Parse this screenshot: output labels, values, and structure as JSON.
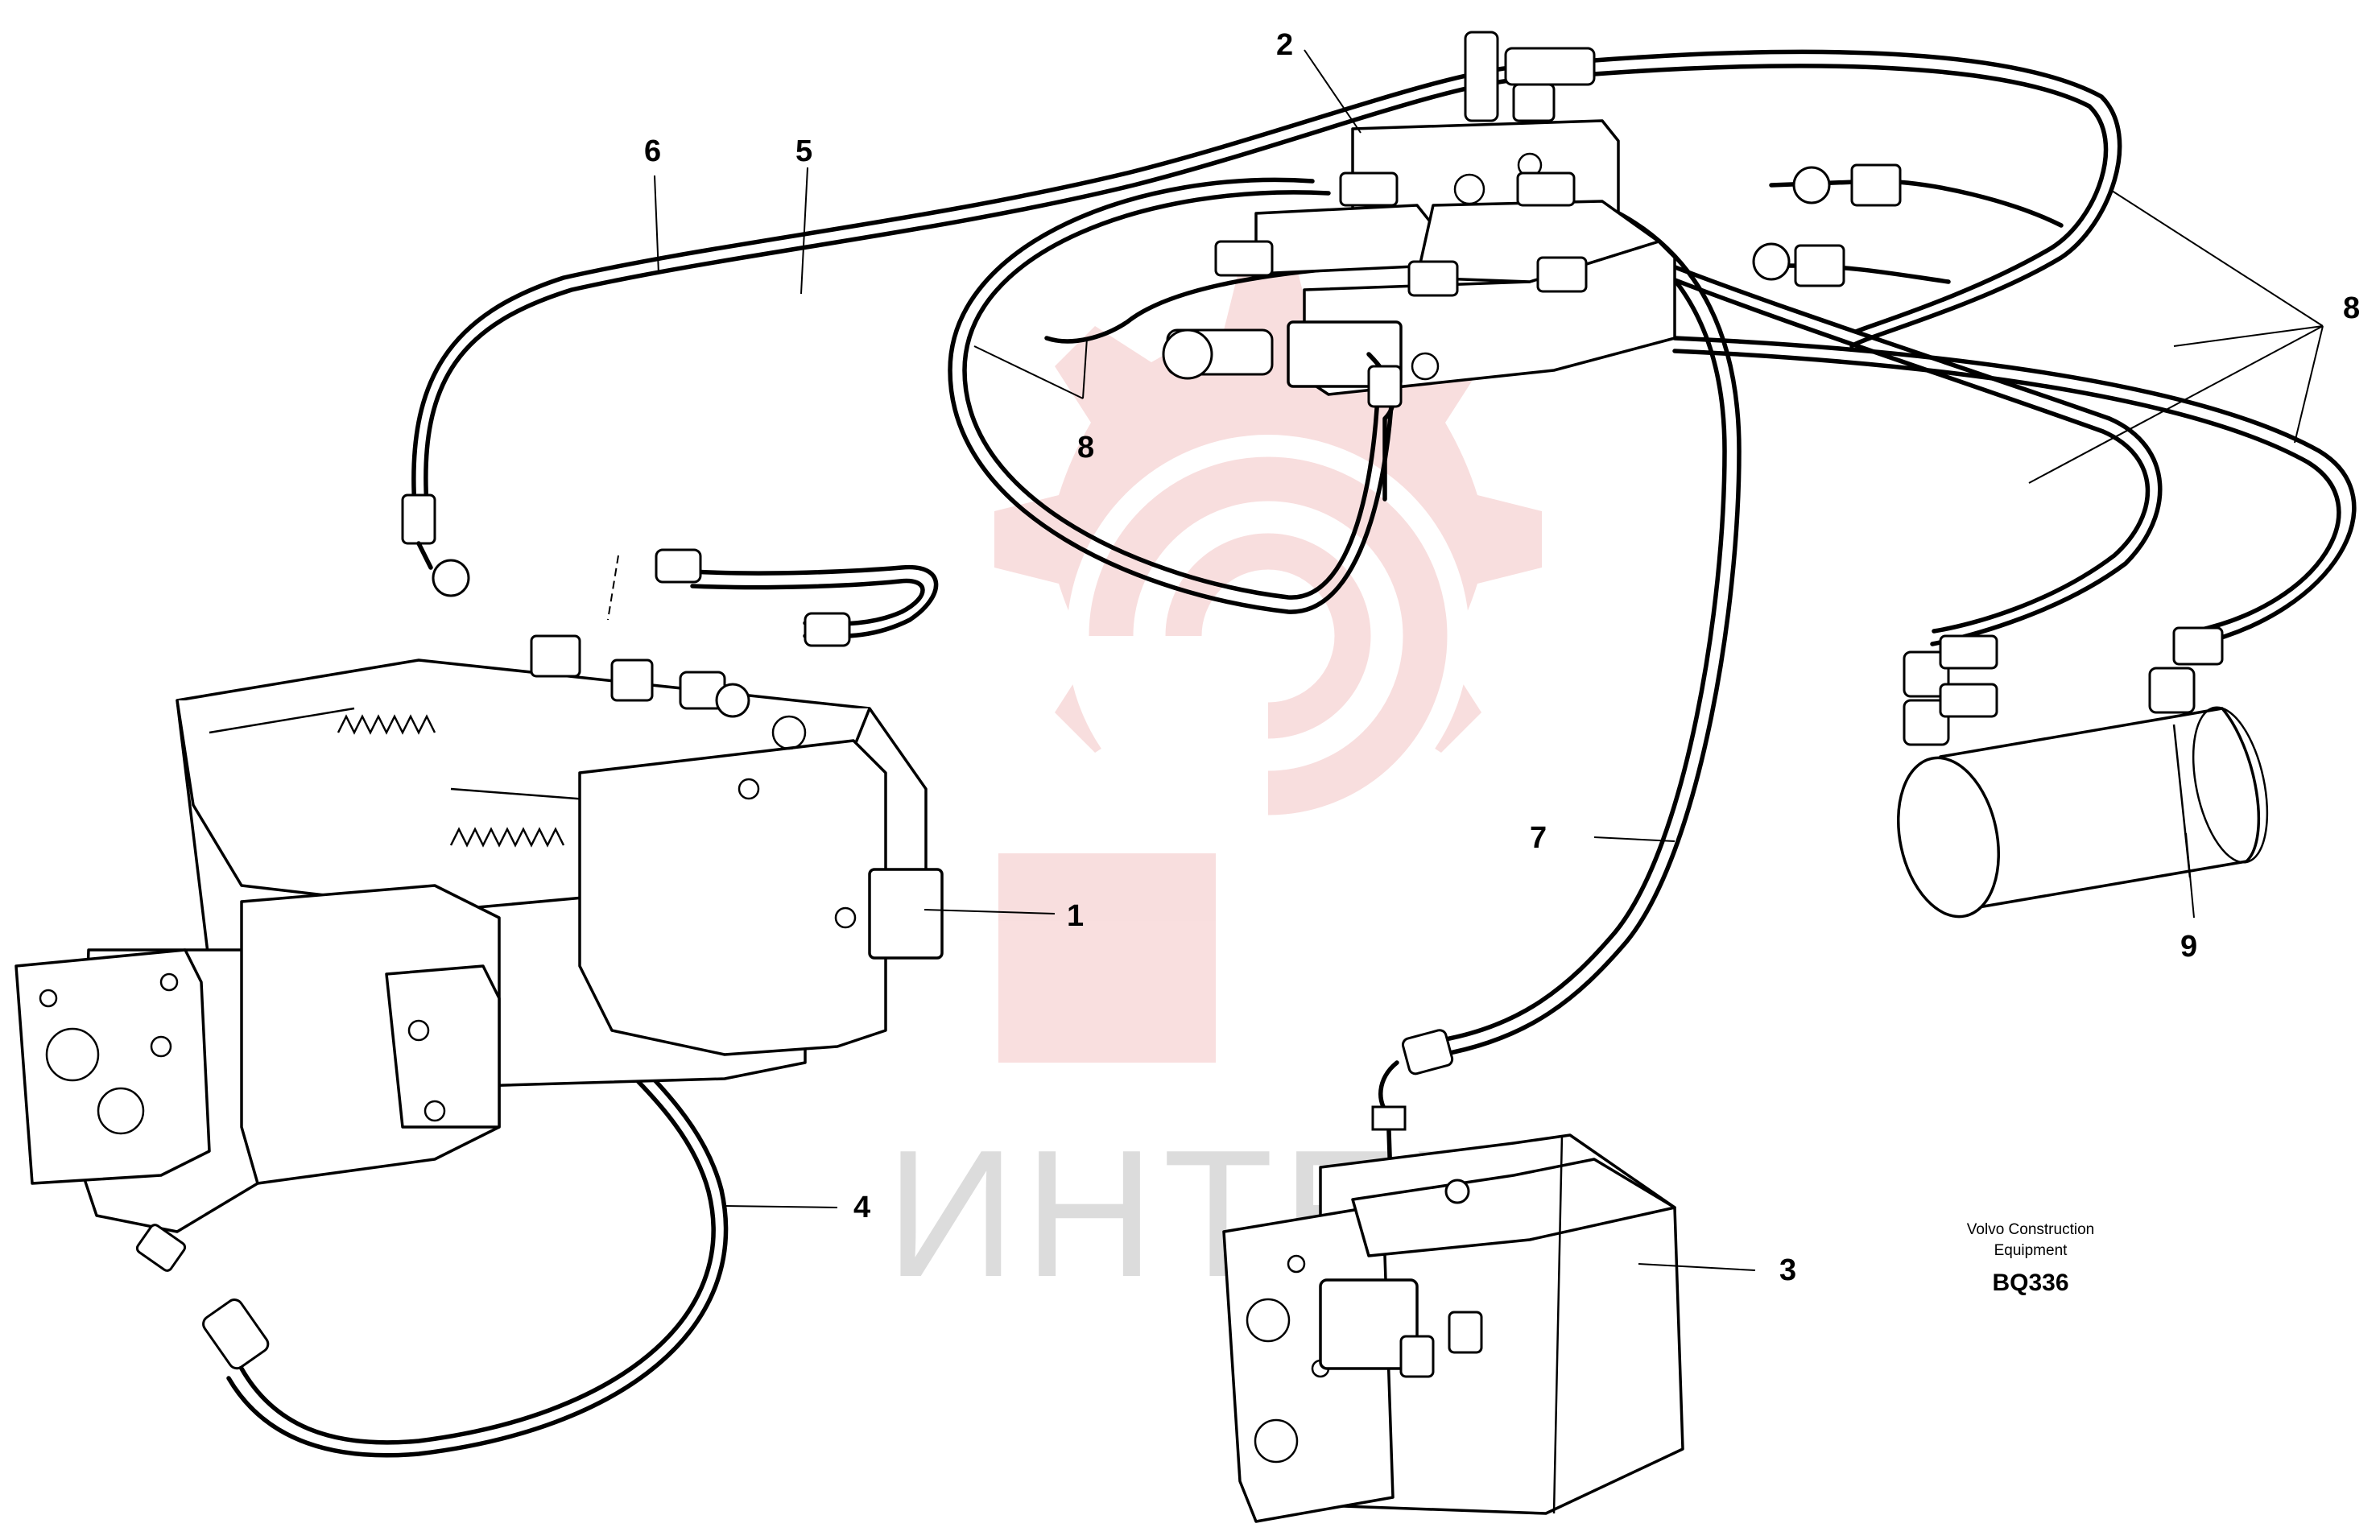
{
  "diagram": {
    "callouts": [
      {
        "id": "1",
        "text": "1"
      },
      {
        "id": "2",
        "text": "2"
      },
      {
        "id": "3",
        "text": "3"
      },
      {
        "id": "4",
        "text": "4"
      },
      {
        "id": "5",
        "text": "5"
      },
      {
        "id": "6",
        "text": "6"
      },
      {
        "id": "7",
        "text": "7"
      },
      {
        "id": "8a",
        "text": "8"
      },
      {
        "id": "8b",
        "text": "8"
      },
      {
        "id": "9",
        "text": "9"
      }
    ],
    "caption": {
      "line1": "Volvo Construction",
      "line2": "Equipment",
      "code": "BQ336"
    },
    "watermark": {
      "text": "ИНТЕХ",
      "color": "#f2b3b3"
    }
  }
}
